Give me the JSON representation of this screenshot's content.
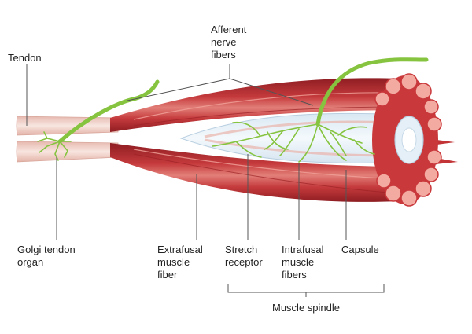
{
  "labels": {
    "tendon": "Tendon",
    "afferent": "Afferent\nnerve\nfibers",
    "golgi": "Golgi tendon\norgan",
    "extrafusal": "Extrafusal\nmuscle\nfiber",
    "stretch": "Stretch\nreceptor",
    "intrafusal": "Intrafusal\nmuscle\nfibers",
    "capsule": "Capsule",
    "spindle": "Muscle spindle"
  },
  "colors": {
    "muscle_dark": "#a8262a",
    "muscle_mid": "#c9383b",
    "muscle_light": "#e58a83",
    "tendon": "#f1d3cb",
    "nerve": "#86c440",
    "capsule": "#e4eff7",
    "leader": "#555555"
  }
}
